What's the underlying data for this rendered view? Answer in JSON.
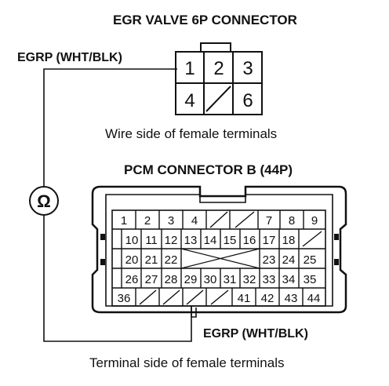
{
  "egr_connector": {
    "title": "EGR VALVE 6P CONNECTOR",
    "caption": "Wire side of female terminals",
    "pins": [
      "1",
      "2",
      "3",
      "4",
      "6"
    ]
  },
  "pcm_connector": {
    "title": "PCM CONNECTOR B (44P)",
    "caption": "Terminal side of female terminals",
    "pins": [
      "1",
      "2",
      "3",
      "4",
      "7",
      "8",
      "9",
      "10",
      "11",
      "12",
      "13",
      "14",
      "15",
      "16",
      "17",
      "18",
      "20",
      "21",
      "22",
      "23",
      "24",
      "25",
      "26",
      "27",
      "28",
      "29",
      "30",
      "31",
      "32",
      "33",
      "34",
      "35",
      "36",
      "41",
      "42",
      "43",
      "44"
    ]
  },
  "wire_labels": {
    "egr_side": "EGRP (WHT/BLK)",
    "pcm_side": "EGRP (WHT/BLK)"
  },
  "meter_symbol": "Ω"
}
